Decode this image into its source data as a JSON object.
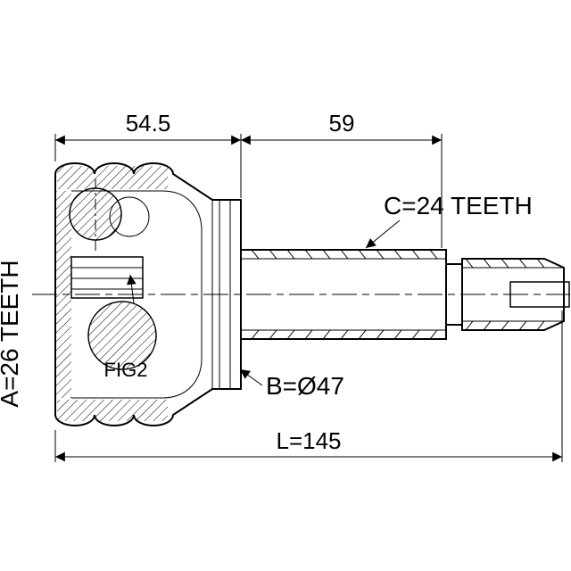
{
  "drawing": {
    "dim_width_cup": "54.5",
    "dim_width_shaft": "59",
    "outer_teeth": "C=24 TEETH",
    "inner_teeth": "A=26 TEETH",
    "outer_diameter": "B=Ø47",
    "figure_ref": "FIG2",
    "total_length": "L=145",
    "colors": {
      "ink": "#000000",
      "paper": "#ffffff"
    }
  }
}
